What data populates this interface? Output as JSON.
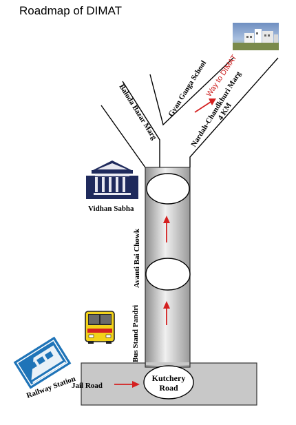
{
  "title": "Roadmap of DIMAT",
  "labels": {
    "vidhan_sabha": "Vidhan Sabha",
    "avanti_bai_chowk": "Avanti Bai Chowk",
    "bus_stand_pandri": "Bus Stand Pandri",
    "jail_road": "Jail Road",
    "kutchery_road_line1": "Kutchery",
    "kutchery_road_line2": "Road",
    "railway_station": "Railway Station",
    "baloda_bazar_marg": "Baloda Bazar Marg",
    "gyan_ganga_school": "Gyan Ganga School",
    "way_to_dimat": "Way to DIMAT",
    "nardah_marg": "Nardah-Chandkhuri Marg",
    "distance": "4 KM"
  },
  "colors": {
    "road_fill": "#c8c8c8",
    "arrow_red": "#d42020",
    "building_navy": "#1f2a5c",
    "bus_yellow": "#f2d21a",
    "station_blue": "#1f74b8"
  },
  "icons": {
    "vidhan_sabha": "government-building-icon",
    "bus_stand": "bus-icon",
    "railway_station": "train-station-icon",
    "dimat_campus": "campus-photo"
  }
}
